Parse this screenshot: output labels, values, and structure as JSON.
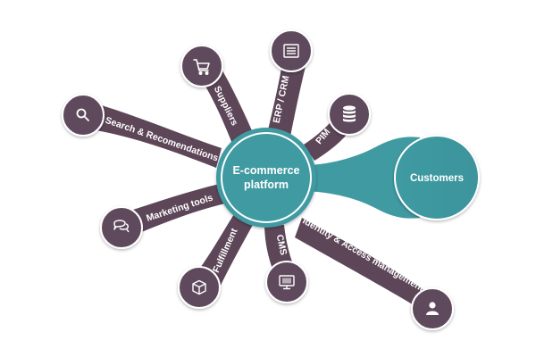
{
  "hub": {
    "line1": "E-commerce",
    "line2": "platform"
  },
  "customers": {
    "label": "Customers"
  },
  "spokes": [
    {
      "id": "suppliers",
      "label": "Suppliers",
      "icon": "cart-icon"
    },
    {
      "id": "erp-crm",
      "label": "ERP / CRM",
      "icon": "document-list-icon"
    },
    {
      "id": "pim",
      "label": "PIM",
      "icon": "database-icon"
    },
    {
      "id": "search",
      "label": "Search & Recomendations",
      "icon": "search-icon"
    },
    {
      "id": "marketing",
      "label": "Marketing tools",
      "icon": "chat-bubbles-icon"
    },
    {
      "id": "fulfillment",
      "label": "Fulfillment",
      "icon": "box-icon"
    },
    {
      "id": "cms",
      "label": "CMS",
      "icon": "monitor-icon"
    },
    {
      "id": "identity",
      "label": "Identity & Access management",
      "icon": "user-icon"
    }
  ],
  "colors": {
    "arm": "#5c4658",
    "node": "#5f4a5c",
    "node_ring": "#ffffff",
    "hub": "#3f9aa2",
    "customers": "#3f9aa2"
  }
}
